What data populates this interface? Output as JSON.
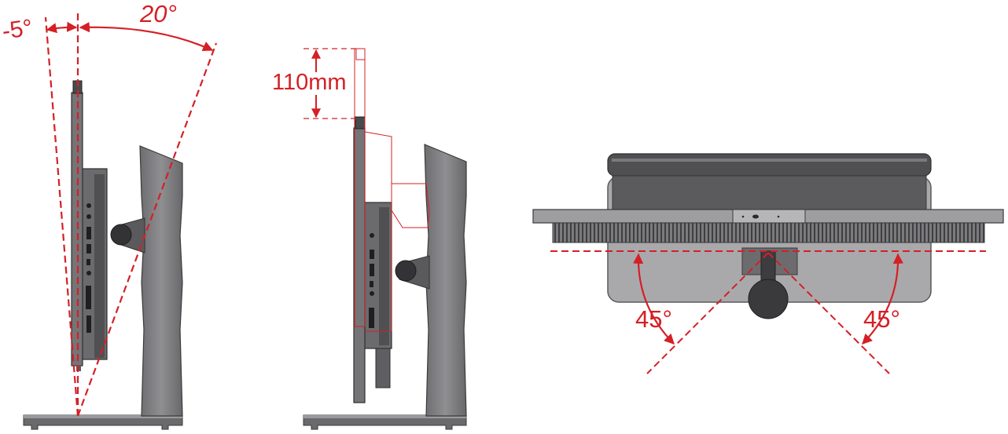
{
  "colors": {
    "annotation": "#d42026",
    "body_dark": "#5c5c5e",
    "body_mid": "#8d8d90",
    "body_light": "#a9a9ac",
    "outline": "#333333",
    "background": "#ffffff"
  },
  "tilt": {
    "back_label": "-5°",
    "forward_label": "20°"
  },
  "height": {
    "label": "110mm"
  },
  "swivel": {
    "left_label": "45°",
    "right_label": "45°"
  }
}
